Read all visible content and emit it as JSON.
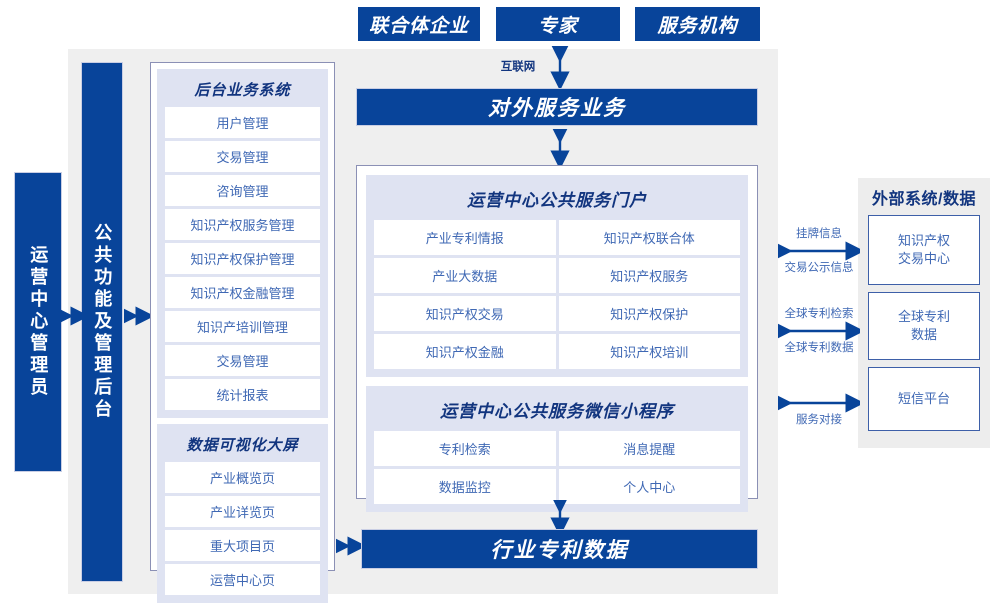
{
  "colors": {
    "primary_blue": "#08449a",
    "panel_lavender": "#dfe3f2",
    "stage_gray": "#efefef",
    "text_blue": "#3f68b4",
    "title_blue": "#12357f"
  },
  "top_actors": [
    {
      "label": "联合体企业"
    },
    {
      "label": "专家"
    },
    {
      "label": "服务机构"
    }
  ],
  "connector_labels": {
    "internet": "互联网"
  },
  "bars": {
    "external_service": "对外服务业务",
    "industry_patent_data": "行业专利数据"
  },
  "left_columns": [
    {
      "label": "运营中心管理员"
    },
    {
      "label": "公共功能及管理后台"
    }
  ],
  "backend": {
    "title": "后台业务系统",
    "items": [
      "用户管理",
      "交易管理",
      "咨询管理",
      "知识产权服务管理",
      "知识产权保护管理",
      "知识产权金融管理",
      "知识产培训管理",
      "交易管理",
      "统计报表"
    ]
  },
  "dashboard": {
    "title": "数据可视化大屏",
    "items": [
      "产业概览页",
      "产业详览页",
      "重大项目页",
      "运营中心页"
    ]
  },
  "portal": {
    "title": "运营中心公共服务门户",
    "items": [
      "产业专利情报",
      "知识产权联合体",
      "产业大数据",
      "知识产权服务",
      "知识产权交易",
      "知识产权保护",
      "知识产权金融",
      "知识产权培训"
    ]
  },
  "miniprogram": {
    "title": "运营中心公共服务微信小程序",
    "items": [
      "专利检索",
      "消息提醒",
      "数据监控",
      "个人中心"
    ]
  },
  "external": {
    "title": "外部系统/数据",
    "boxes": [
      {
        "label": "知识产权\n交易中心"
      },
      {
        "label": "全球专利\n数据"
      },
      {
        "label": "短信平台"
      }
    ],
    "link_labels": [
      {
        "above": "挂牌信息",
        "below": "交易公示信息"
      },
      {
        "above": "全球专利检索",
        "below": "全球专利数据"
      },
      {
        "above": "",
        "below": "服务对接"
      }
    ]
  }
}
